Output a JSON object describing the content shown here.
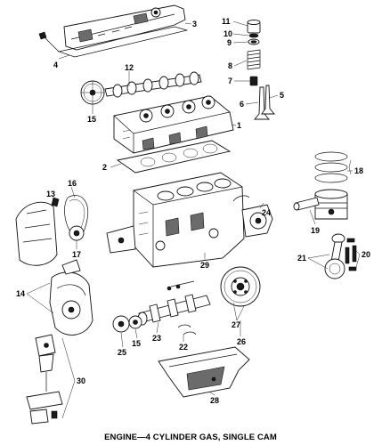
{
  "caption": "ENGINE—4 CYLINDER GAS, SINGLE CAM",
  "callouts": [
    "11",
    "10",
    "9",
    "8",
    "7",
    "6",
    "5",
    "3",
    "4",
    "12",
    "1",
    "15",
    "2",
    "18",
    "13",
    "16",
    "19",
    "24",
    "17",
    "29",
    "21",
    "20",
    "14",
    "27",
    "26",
    "25",
    "15",
    "23",
    "22",
    "30",
    "28"
  ],
  "colors": {
    "ink": "#111111",
    "background": "#ffffff",
    "shade": "#6b6b6b"
  }
}
